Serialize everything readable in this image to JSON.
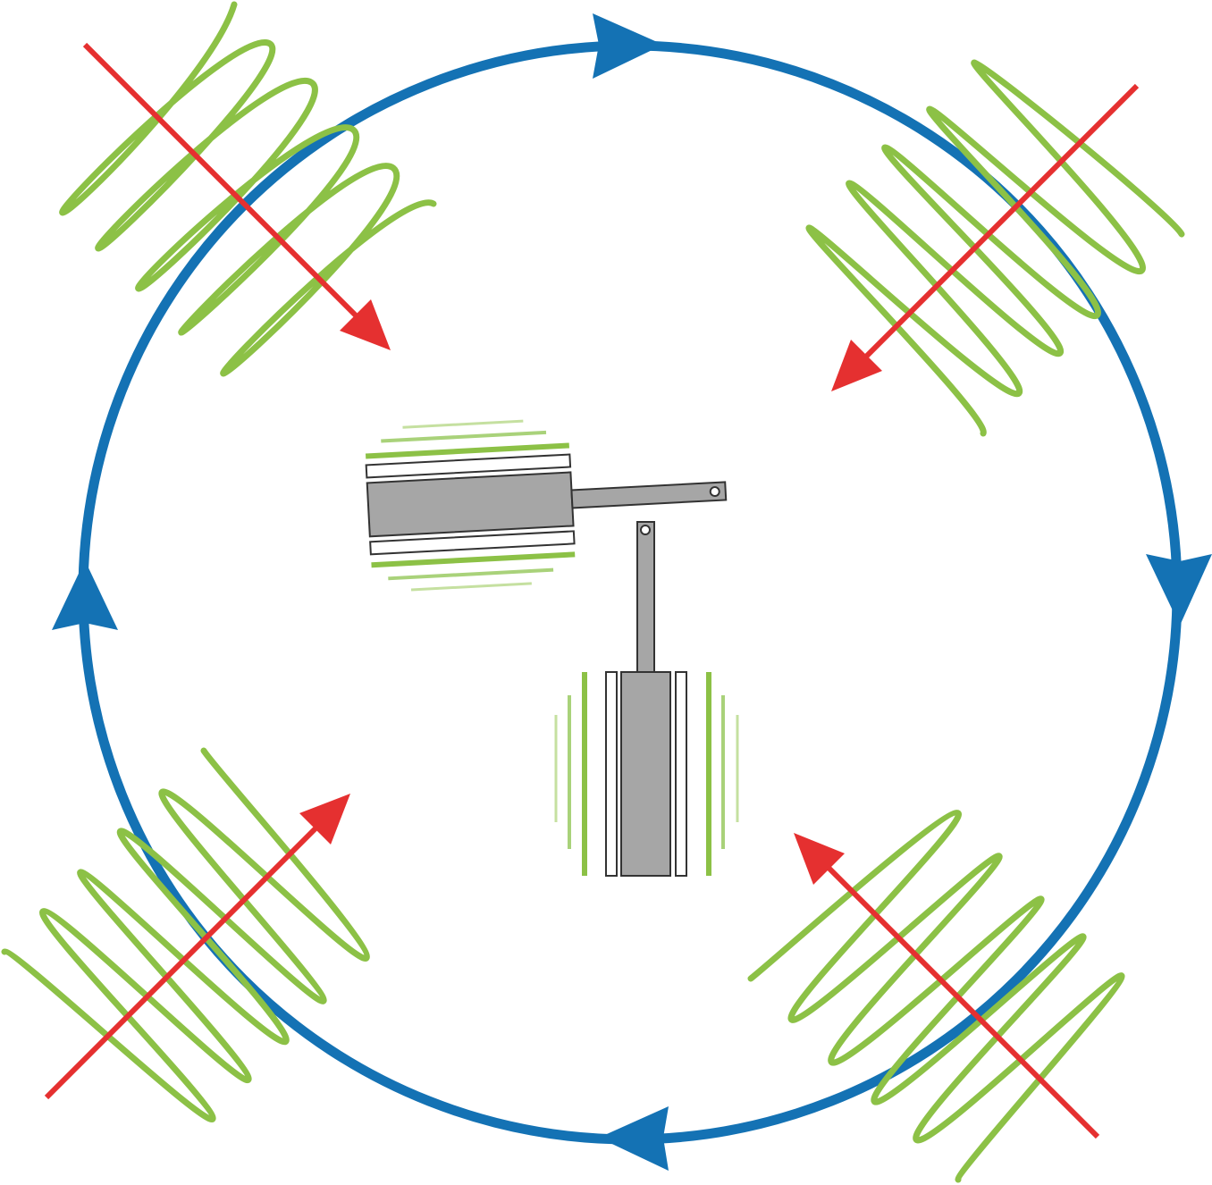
{
  "colors": {
    "background": "#ffffff",
    "orbit": "#1472b4",
    "wave": "#8cc146",
    "wave_light": "#c5e0a0",
    "arrow": "#e53030",
    "device_fill": "#a6a6a6",
    "device_stroke": "#333333",
    "plate_fill": "#ffffff"
  },
  "diagram": {
    "orbit": {
      "direction": "clockwise",
      "arrowheads": [
        "top",
        "right",
        "bottom",
        "left"
      ]
    },
    "waves": [
      {
        "name": "wave-top-left",
        "travel": "inward"
      },
      {
        "name": "wave-top-right",
        "travel": "inward"
      },
      {
        "name": "wave-bottom-right",
        "travel": "inward"
      },
      {
        "name": "wave-bottom-left",
        "travel": "inward"
      }
    ],
    "devices": [
      {
        "name": "device-upper",
        "orientation": "horizontal",
        "state": "vibrating"
      },
      {
        "name": "device-lower",
        "orientation": "vertical",
        "state": "vibrating"
      }
    ]
  }
}
